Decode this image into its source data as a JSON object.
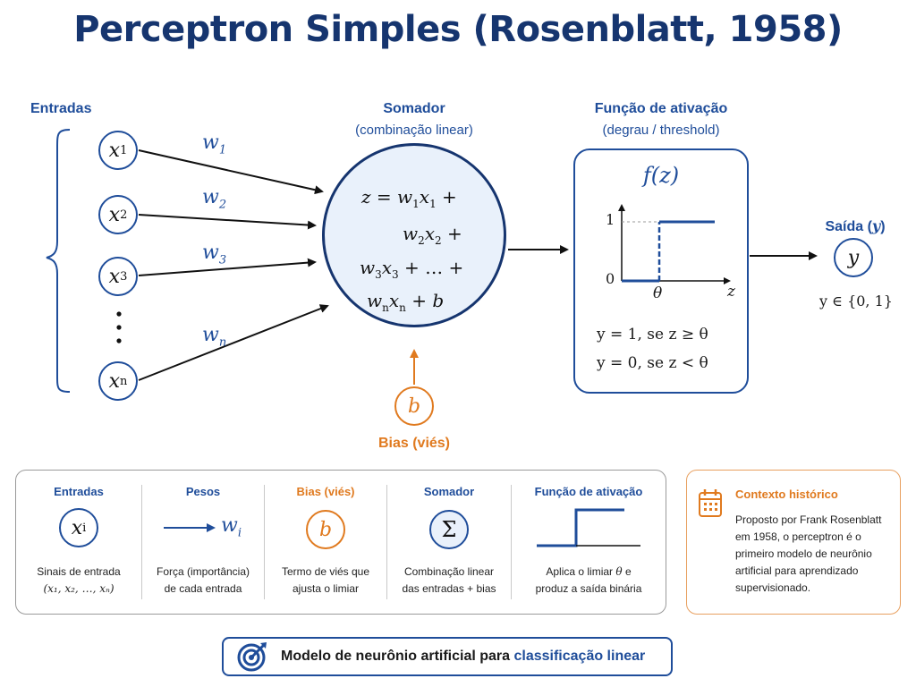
{
  "title": "Perceptron Simples (Rosenblatt, 1958)",
  "inputs": {
    "label": "Entradas",
    "nodes": [
      {
        "base": "x",
        "sub": "1"
      },
      {
        "base": "x",
        "sub": "2"
      },
      {
        "base": "x",
        "sub": "3"
      },
      {
        "base": "x",
        "sub": "n"
      }
    ],
    "weights": [
      {
        "base": "w",
        "sub": "1"
      },
      {
        "base": "w",
        "sub": "2"
      },
      {
        "base": "w",
        "sub": "3"
      },
      {
        "base": "w",
        "sub": "n"
      }
    ]
  },
  "adder": {
    "title": "Somador",
    "subtitle": "(combinação linear)",
    "eq_line1_prefix": "z = ",
    "eq_line1_w": "w",
    "eq_line1_w_sub": "1",
    "eq_line1_x": "x",
    "eq_line1_x_sub": "1",
    "eq_plus": " +",
    "eq_line2_w": "w",
    "eq_line2_w_sub": "2",
    "eq_line2_x": "x",
    "eq_line2_x_sub": "2",
    "eq_line3_w": "w",
    "eq_line3_w_sub": "3",
    "eq_line3_x": "x",
    "eq_line3_x_sub": "3",
    "eq_line3_tail": " + … +",
    "eq_line4_w": "w",
    "eq_line4_w_sub": "n",
    "eq_line4_x": "x",
    "eq_line4_x_sub": "n",
    "eq_line4_tail": " + b"
  },
  "bias": {
    "symbol": "b",
    "label": "Bias (viés)"
  },
  "activation": {
    "title": "Função de ativação",
    "subtitle": "(degrau / threshold)",
    "fz": "f(z)",
    "y_tick_1": "1",
    "y_tick_0": "0",
    "theta": "θ",
    "z_axis": "z",
    "rule1": "y = 1,  se  z ≥ θ",
    "rule2": "y = 0,  se  z < θ"
  },
  "output": {
    "label_prefix": "Saída (",
    "label_var": "y",
    "label_suffix": ")",
    "symbol": "y",
    "range": "y ∈ {0, 1}"
  },
  "legend": {
    "cols": [
      {
        "title": "Entradas",
        "symbol": "x",
        "symbol_sub": "i",
        "desc1": "Sinais de entrada",
        "desc2": "(x₁, x₂, …, xₙ)"
      },
      {
        "title": "Pesos",
        "symbol": "w",
        "symbol_sub": "i",
        "desc1": "Força (importância)",
        "desc2": "de cada entrada"
      },
      {
        "title": "Bias (viés)",
        "symbol": "b",
        "desc1": "Termo de viés que",
        "desc2": "ajusta o limiar"
      },
      {
        "title": "Somador",
        "symbol": "Σ",
        "desc1": "Combinação linear",
        "desc2": "das entradas + bias"
      },
      {
        "title": "Função de ativação",
        "desc1_pre": "Aplica o limiar ",
        "desc1_theta": "θ",
        "desc1_post": " e",
        "desc2": "produz a saída binária"
      }
    ]
  },
  "history": {
    "title": "Contexto histórico",
    "lines": [
      "Proposto por Frank Rosenblatt",
      "em 1958, o perceptron é o",
      "primeiro modelo de neurônio",
      "artificial para aprendizado",
      "supervisionado."
    ]
  },
  "banner": {
    "text_prefix": "Modelo de neurônio artificial para ",
    "text_highlight": "classificação linear"
  },
  "colors": {
    "navy": "#16356f",
    "blue": "#1f4d9a",
    "orange": "#e07a1f",
    "light_fill": "#e9f1fb"
  }
}
